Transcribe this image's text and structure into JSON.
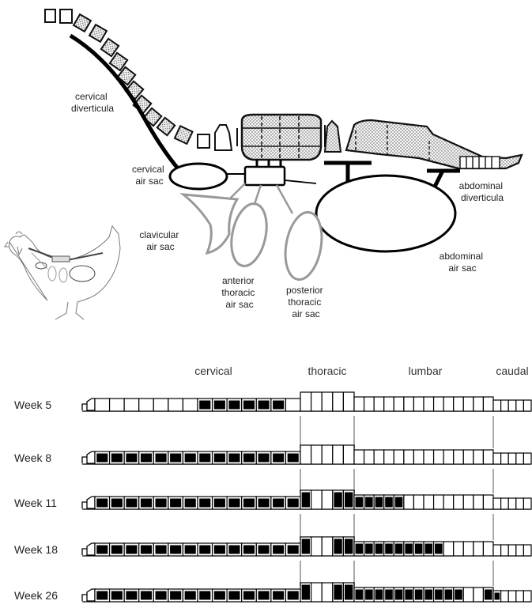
{
  "diagram": {
    "labels": {
      "cervical_diverticula": [
        "cervical",
        "diverticula"
      ],
      "cervical_air_sac": [
        "cervical",
        "air sac"
      ],
      "clavicular_air_sac": [
        "clavicular",
        "air sac"
      ],
      "anterior_thoracic_air_sac": [
        "anterior",
        "thoracic",
        "air sac"
      ],
      "posterior_thoracic_air_sac": [
        "posterior",
        "thoracic",
        "air sac"
      ],
      "abdominal_diverticula": [
        "abdominal",
        "diverticula"
      ],
      "abdominal_air_sac": [
        "abdominal",
        "air sac"
      ]
    }
  },
  "pneumaticity": {
    "regions": [
      "cervical",
      "thoracic",
      "lumbar",
      "caudal"
    ],
    "counts": {
      "cervical": 14,
      "thoracic": 5,
      "lumbar": 14,
      "caudal": 5
    },
    "rows": [
      {
        "label": "Week 5",
        "filled": [
          8,
          9,
          10,
          11,
          12,
          13
        ]
      },
      {
        "label": "Week 8",
        "filled": [
          1,
          2,
          3,
          4,
          5,
          6,
          7,
          8,
          9,
          10,
          11,
          12,
          13,
          14
        ]
      },
      {
        "label": "Week 11",
        "filled": [
          1,
          2,
          3,
          4,
          5,
          6,
          7,
          8,
          9,
          10,
          11,
          12,
          13,
          14,
          15,
          18,
          19,
          20,
          21,
          22,
          23,
          24
        ]
      },
      {
        "label": "Week 18",
        "filled": [
          1,
          2,
          3,
          4,
          5,
          6,
          7,
          8,
          9,
          10,
          11,
          12,
          13,
          14,
          15,
          18,
          19,
          20,
          21,
          22,
          23,
          24,
          25,
          26,
          27,
          28
        ]
      },
      {
        "label": "Week 26",
        "filled": [
          1,
          2,
          3,
          4,
          5,
          6,
          7,
          8,
          9,
          10,
          11,
          12,
          13,
          14,
          15,
          18,
          19,
          20,
          21,
          22,
          23,
          24,
          25,
          26,
          27,
          28,
          29,
          30,
          33,
          34
        ]
      }
    ]
  }
}
